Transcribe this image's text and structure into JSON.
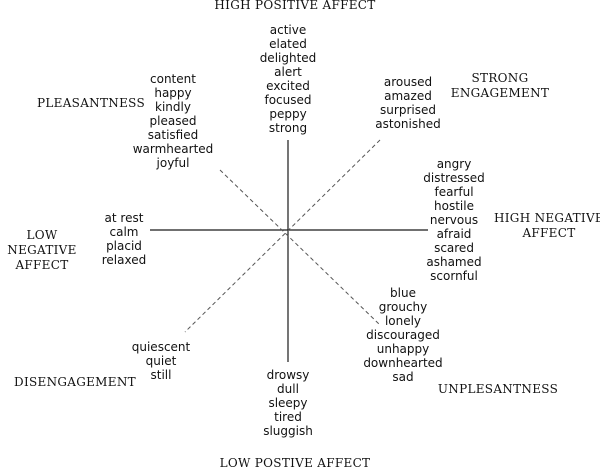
{
  "labels": {
    "high_positive_affect": "HIGH POSITIVE AFFECT",
    "strong_engagement": "STRONG\nENGAGEMENT",
    "pleasantness": "PLEASANTNESS",
    "high_negative_affect": "HIGH NEGATIVE\nAFFECT",
    "low_negative_affect": "LOW NEGATIVE\nAFFECT",
    "disengagement": "DISENGAGEMENT",
    "unpleasantness": "UNPLESANTNESS",
    "low_positive_affect": "LOW POSTIVE AFFECT"
  },
  "clusters": {
    "high_positive_affect": [
      "active",
      "elated",
      "delighted",
      "alert",
      "excited",
      "focused",
      "peppy",
      "strong"
    ],
    "strong_engagement": [
      "aroused",
      "amazed",
      "surprised",
      "astonished"
    ],
    "pleasantness": [
      "content",
      "happy",
      "kindly",
      "pleased",
      "satisfied",
      "warmhearted",
      "joyful"
    ],
    "high_negative_affect": [
      "angry",
      "distressed",
      "fearful",
      "hostile",
      "nervous",
      "afraid",
      "scared",
      "ashamed",
      "scornful"
    ],
    "low_negative_affect": [
      "at rest",
      "calm",
      "placid",
      "relaxed"
    ],
    "unpleasantness": [
      "blue",
      "grouchy",
      "lonely",
      "discouraged",
      "unhappy",
      "downhearted",
      "sad"
    ],
    "disengagement": [
      "quiescent",
      "quiet",
      "still"
    ],
    "low_positive_affect": [
      "drowsy",
      "dull",
      "sleepy",
      "tired",
      "sluggish"
    ]
  },
  "colors": {
    "ink": "#111111",
    "solid_axis": "#1a1a1a",
    "dashed_axis": "#555555"
  }
}
